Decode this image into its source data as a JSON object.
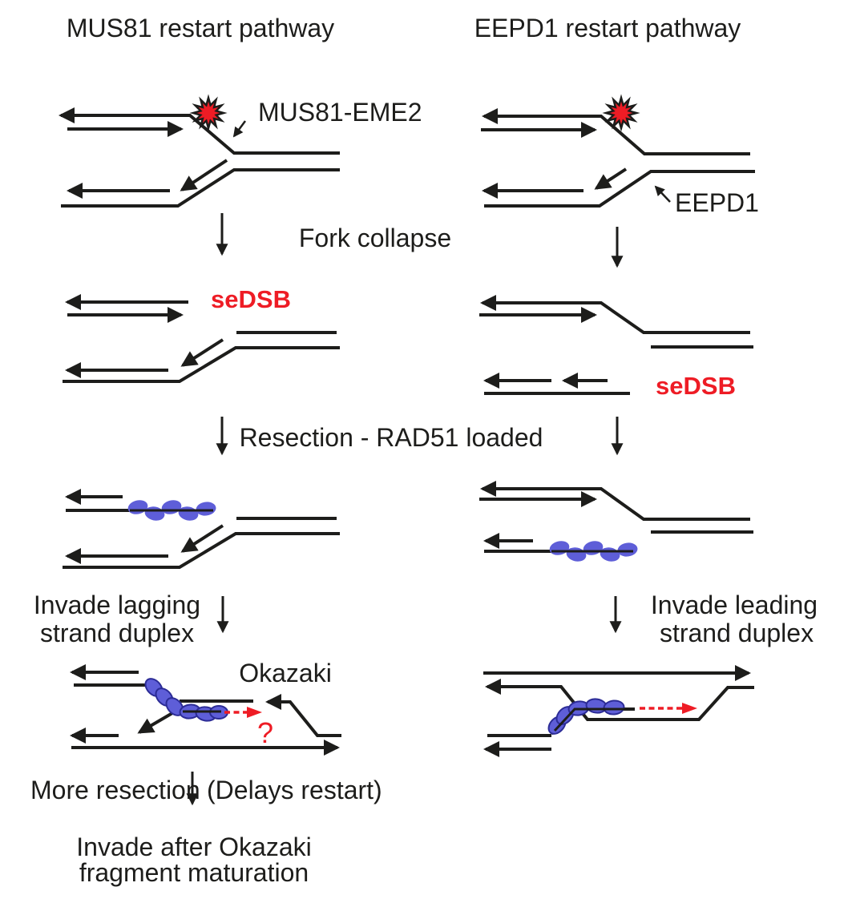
{
  "figure": {
    "columns": {
      "left": {
        "title": "MUS81 restart pathway",
        "enzyme_label": "MUS81-EME2",
        "sedsb_label": "seDSB",
        "invade_step": {
          "line1": "Invade lagging",
          "line2": "strand duplex"
        },
        "okazaki_label": "Okazaki",
        "uncertainty_mark": "?",
        "more_resection_label": "More resection",
        "delays_restart_label": "(Delays restart)",
        "final_step": {
          "line1": "Invade after Okazaki",
          "line2": "fragment maturation"
        }
      },
      "right": {
        "title": "EEPD1 restart pathway",
        "enzyme_label": "EEPD1",
        "sedsb_label": "seDSB",
        "invade_step": {
          "line1": "Invade leading",
          "line2": "strand duplex"
        }
      }
    },
    "steps": {
      "fork_collapse": "Fork collapse",
      "resection": "Resection - RAD51 loaded"
    },
    "icons": {
      "dna_damage": "red-starburst-icon",
      "rad51_filament": "blue-oval-chain-icon"
    },
    "colors": {
      "strand": "#1d1d1b",
      "damage_red": "#ee1c25",
      "rad51_fill": "#5e5ed8",
      "rad51_stroke": "#2c2c96",
      "background": "#ffffff"
    }
  }
}
